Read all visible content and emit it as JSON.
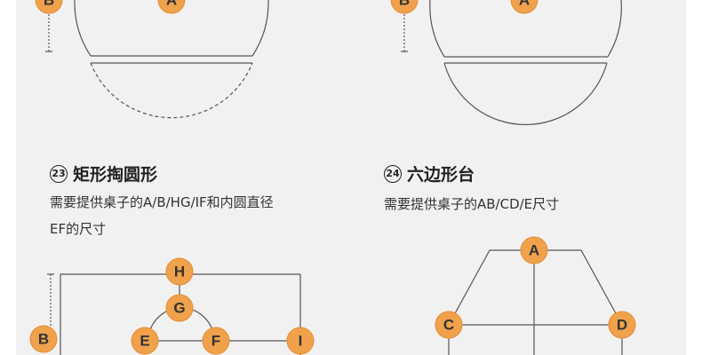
{
  "sections": [
    {
      "num": "23",
      "title": "矩形掏圆形",
      "desc_lines": [
        "需要提供桌子的A/B/HG/IF和内圆直径",
        "EF的尺寸"
      ]
    },
    {
      "num": "24",
      "title": "六边形台",
      "desc_lines": [
        "需要提供桌子的AB/CD/E尺寸"
      ]
    }
  ],
  "labels": {
    "top_left_b": "B",
    "top_left_a": "A",
    "top_right_b": "B",
    "top_right_a": "A",
    "rect_h": "H",
    "rect_g": "G",
    "rect_e": "E",
    "rect_f": "F",
    "rect_i": "I",
    "rect_b": "B",
    "hex_a": "A",
    "hex_c": "C",
    "hex_d": "D"
  },
  "colors": {
    "badge": "#f0a14c",
    "line": "#555555"
  }
}
